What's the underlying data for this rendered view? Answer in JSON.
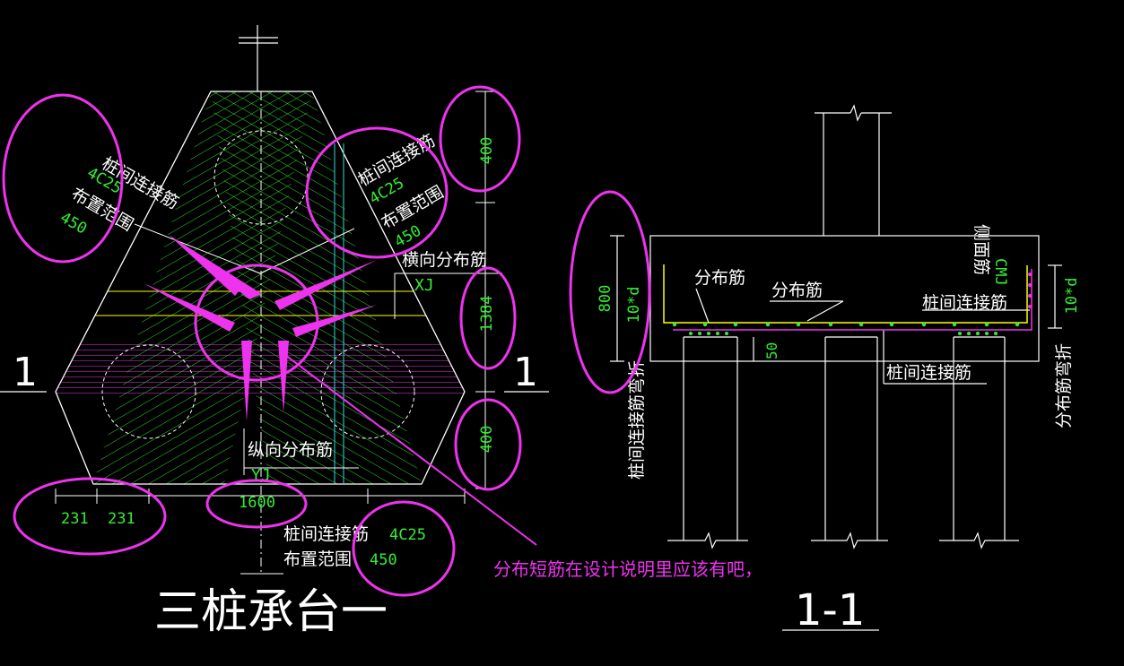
{
  "colors": {
    "background": "#000000",
    "line": "#ffffff",
    "rebar_green": "#33ee33",
    "markup_magenta": "#ee33ee",
    "yellow": "#ffff00",
    "cyan": "#33dddd"
  },
  "plan": {
    "title": "三桩承台一",
    "section_mark_left": "1",
    "section_mark_right": "1",
    "label_left_conn": "桩间连接筋",
    "label_left_conn_spec": "4C25",
    "label_left_range": "布置范围",
    "label_left_range_val": "450",
    "label_right_conn": "桩间连接筋",
    "label_right_conn_spec": "4C25",
    "label_right_range": "布置范围",
    "label_right_range_val": "450",
    "label_transverse": "横向分布筋",
    "label_xj_top": "XJ",
    "label_longitudinal": "纵向分布筋",
    "label_xj_bottom": "YJ",
    "label_bottom_conn": "桩间连接筋",
    "label_bottom_conn_spec": "4C25",
    "label_bottom_range": "布置范围",
    "label_bottom_range_val": "450",
    "dim_top": "400",
    "dim_middle": "1384",
    "dim_bottom": "400",
    "dim_width": "1600",
    "dim_left_a": "231",
    "dim_left_b": "231"
  },
  "section": {
    "title": "1-1",
    "dim_height": "800",
    "dim_bend_left": "10*d",
    "label_bend_left": "桩间连接筋弯折",
    "label_dist1": "分布筋",
    "label_dist2": "分布筋",
    "label_conn_top": "桩间连接筋",
    "label_side": "侧面筋",
    "label_side_code": "CMJ",
    "dim_bend_right": "10*d",
    "label_bend_right": "分布筋弯折",
    "dim_cover": "50",
    "label_conn_bottom": "桩间连接筋"
  },
  "annotation": {
    "comment": "分布短筋在设计说明里应该有吧，"
  }
}
